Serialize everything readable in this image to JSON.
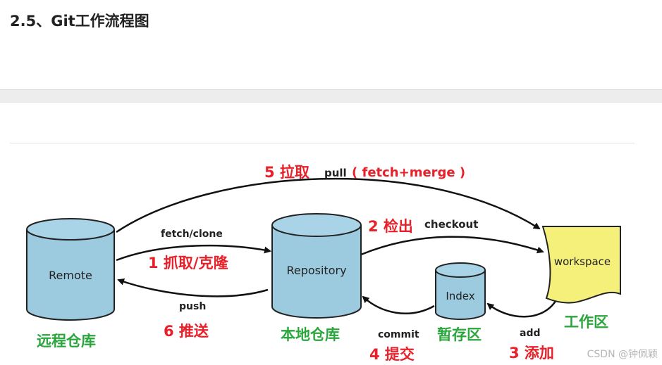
{
  "heading": "2.5、Git工作流程图",
  "nodes": {
    "remote": "Remote",
    "repository": "Repository",
    "index": "Index",
    "workspace": "workspace"
  },
  "captions": {
    "remote": "远程仓库",
    "repository": "本地仓库",
    "index": "暂存区",
    "workspace": "工作区"
  },
  "steps": {
    "clone_num": "1 抓取/克隆",
    "clone_cmd": "fetch/clone",
    "checkout_num": "2 检出",
    "checkout_cmd": "checkout",
    "add_num": "3 添加",
    "add_cmd": "add",
    "commit_num": "4 提交",
    "commit_cmd": "commit",
    "pull_num": "5 拉取",
    "pull_cmd": "pull",
    "pull_detail": "( fetch+merge )",
    "push_num": "6 推送",
    "push_cmd": "push"
  },
  "colors": {
    "cylinder_fill": "#9ccbe0",
    "cylinder_stroke": "#222222",
    "workspace_fill": "#f5f07a",
    "label_red": "#e8202a",
    "caption_green": "#2aa63c"
  },
  "watermark": "CSDN @钟佩颖"
}
